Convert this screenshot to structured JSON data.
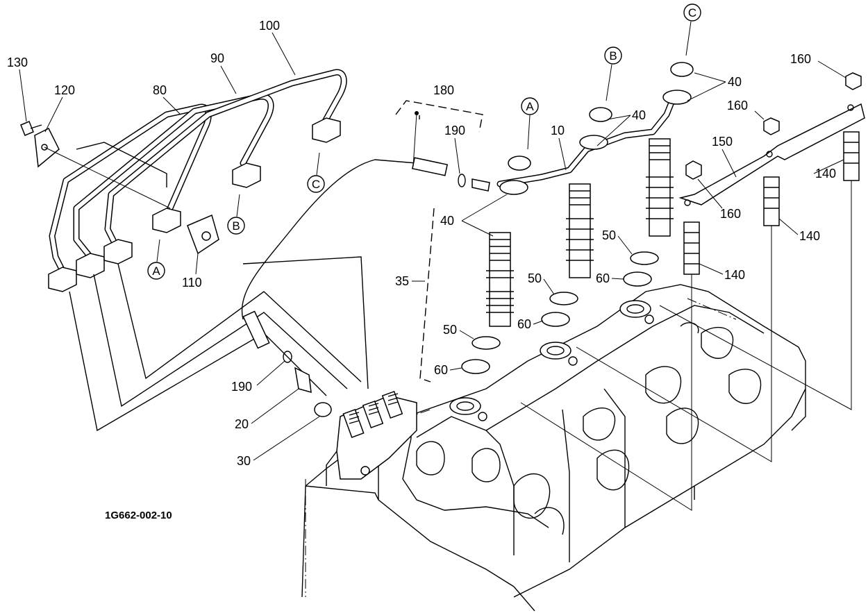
{
  "drawing_number": "1G662-002-10",
  "callouts": [
    {
      "text": "100"
    },
    {
      "text": "90"
    },
    {
      "text": "80"
    },
    {
      "text": "130"
    },
    {
      "text": "120"
    },
    {
      "text": "110"
    },
    {
      "text": "180"
    },
    {
      "text": "190"
    },
    {
      "text": "10"
    },
    {
      "text": "40"
    },
    {
      "text": "40"
    },
    {
      "text": "40"
    },
    {
      "text": "35"
    },
    {
      "text": "50"
    },
    {
      "text": "60"
    },
    {
      "text": "50"
    },
    {
      "text": "60"
    },
    {
      "text": "50"
    },
    {
      "text": "60"
    },
    {
      "text": "150"
    },
    {
      "text": "160"
    },
    {
      "text": "160"
    },
    {
      "text": "160"
    },
    {
      "text": "140"
    },
    {
      "text": "140"
    },
    {
      "text": "140"
    },
    {
      "text": "190"
    },
    {
      "text": "20"
    },
    {
      "text": "30"
    }
  ],
  "connectors": [
    {
      "letter": "A"
    },
    {
      "letter": "B"
    },
    {
      "letter": "C"
    },
    {
      "letter": "A"
    },
    {
      "letter": "B"
    },
    {
      "letter": "C"
    }
  ]
}
